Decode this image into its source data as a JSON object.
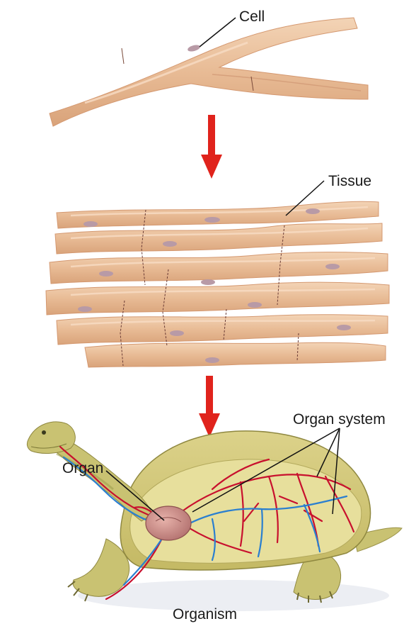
{
  "labels": {
    "cell": "Cell",
    "tissue": "Tissue",
    "organ": "Organ",
    "organ_system": "Organ system",
    "organism": "Organism"
  },
  "colors": {
    "fiber": "#ecc4a0",
    "fiber_dark": "#d49870",
    "nucleus": "#b89aa6",
    "arrow": "#e0231c",
    "shell": "#d8cc80",
    "plastron": "#e7df9c",
    "skin": "#c9c272",
    "artery": "#c8102e",
    "vein": "#2a7fd0",
    "heart": "#c98c88"
  }
}
